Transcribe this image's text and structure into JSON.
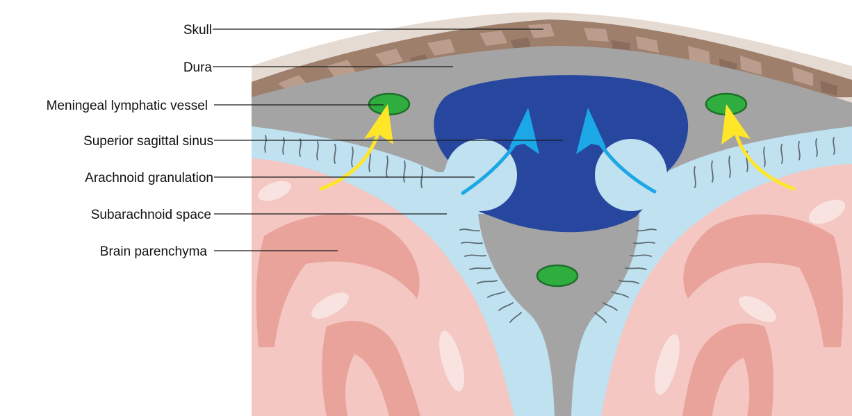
{
  "labels": {
    "skull": "Skull",
    "dura": "Dura",
    "lymphatic_vessel": "Meningeal lymphatic vessel",
    "sagittal_sinus": "Superior sagittal sinus",
    "arachnoid_granulation": "Arachnoid granulation",
    "subarachnoid_space": "Subarachnoid space",
    "brain_parenchyma": "Brain parenchyma"
  },
  "colors": {
    "skull": "#9e7f6c",
    "dura": "#a4a4a4",
    "sinus": "#27479f",
    "csf": "#bfe1f0",
    "brain": "#f4c7c3",
    "gyrus": "#e9a39b",
    "lymphatic": "#2fae3f",
    "lymph_flow_arrow": "#ffe629",
    "csf_flow_arrow": "#1ca7e6"
  }
}
